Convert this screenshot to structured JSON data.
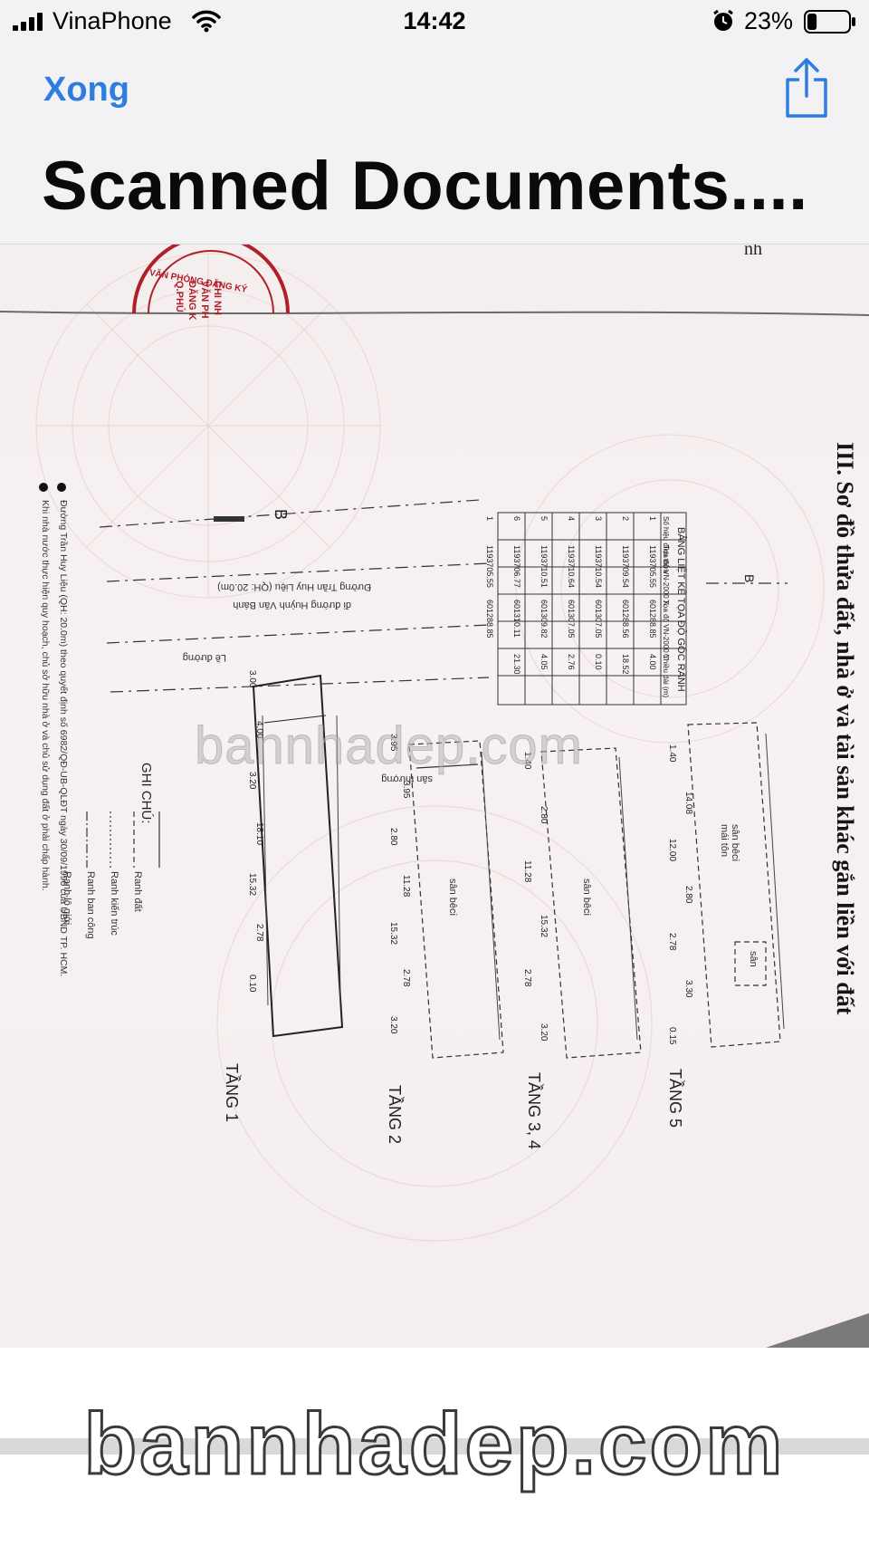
{
  "status_bar": {
    "carrier": "VinaPhone",
    "time": "14:42",
    "battery_percent": "23%",
    "battery_level": 0.23
  },
  "nav": {
    "done_label": "Xong",
    "title": "Scanned Documents....",
    "share_icon": "share-icon"
  },
  "document": {
    "heading": "III. Sơ đồ thửa đất, nhà ở và tài sản khác gắn liền với đất",
    "corner_fragment": "nh",
    "stamp_text": "VĂN PHÒNG ĐĂNG KÝ",
    "stamp_lines": [
      "CHI NH",
      "VĂN PH",
      "ĐĂNG K",
      "Q.PHÚ"
    ],
    "section_marker": "B",
    "coord_table": {
      "title": "BẢNG LIỆT KÊ TỌA ĐỘ GÓC RANH",
      "headers": [
        "Số hiệu đỉnh thửa",
        "Tọa độ VN-2000 X",
        "Tọa độ VN-2000 Y",
        "Chiều dài (m)"
      ],
      "rows": [
        [
          "1",
          "1193705.55",
          "601288.85",
          "4.00"
        ],
        [
          "2",
          "1193709.54",
          "601288.56",
          "18.52"
        ],
        [
          "3",
          "1193710.54",
          "601307.05",
          "0.10"
        ],
        [
          "4",
          "1193710.64",
          "601307.05",
          "2.76"
        ],
        [
          "5",
          "1193710.51",
          "601309.82",
          "4.05"
        ],
        [
          "6",
          "1193706.77",
          "601310.11",
          "21.30"
        ],
        [
          "1",
          "1193705.55",
          "601288.85",
          ""
        ]
      ]
    },
    "street_labels": [
      "Đường Trần Huy Liệu (QH: 20.0m)",
      "đi đường Huỳnh Văn Bánh"
    ],
    "alley_label": "Lề đường",
    "notes_heading": "GHI CHÚ:",
    "legend": [
      "Ranh đất",
      "Ranh kiến trúc",
      "Ranh ban công",
      "Ranh lộ giới"
    ],
    "notes": [
      "Đường Trần Huy Liệu (QH: 20.0m) theo quyết định số 6982/QĐ-UB-QLĐT ngày 30/09/1996 của UBND TP. HCM.",
      "Khi nhà nước thực hiện quy hoạch, chủ sở hữu nhà ở và chủ sử dụng đất ở phải chấp hành."
    ],
    "floors": [
      "TẦNG 1",
      "TẦNG 2",
      "TẦNG 3, 4",
      "TẦNG 5"
    ],
    "room_labels": [
      "sân thượng",
      "sân bêci",
      "sân bêci",
      "sân bêci",
      "mái tôn",
      "sân"
    ],
    "dimensions": {
      "tang1": [
        "3.00",
        "4.00",
        "3.20",
        "18.10",
        "15.32",
        "2.78",
        "0.10"
      ],
      "tang2": [
        "3.95",
        "3.95",
        "2.80",
        "11.28",
        "15.32",
        "2.78",
        "3.20"
      ],
      "tang34": [
        "1.40",
        "2.80",
        "11.28",
        "15.32",
        "2.78",
        "3.20"
      ],
      "tang5": [
        "1.40",
        "14.08",
        "12.00",
        "2.80",
        "2.78",
        "3.30",
        "0.15"
      ]
    },
    "watermark_overlay": "bannhadep.com"
  },
  "footer": {
    "watermark": "bannhadep.com"
  },
  "colors": {
    "accent": "#2f7de1",
    "stamp_red": "#b0202a",
    "paper": "#f5eeee"
  }
}
